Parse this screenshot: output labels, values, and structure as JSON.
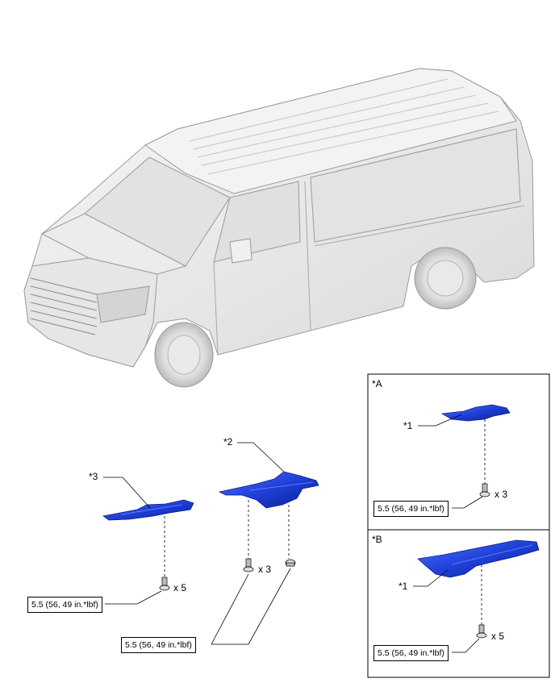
{
  "labels": {
    "part_3": "*3",
    "part_2": "*2",
    "inset_a": "*A",
    "inset_a_part": "*1",
    "inset_b": "*B",
    "inset_b_part": "*1"
  },
  "torque": {
    "part_3": "5.5 (56, 49 in.*lbf)",
    "part_2": "5.5 (56, 49 in.*lbf)",
    "inset_a": "5.5 (56, 49 in.*lbf)",
    "inset_b": "5.5 (56, 49 in.*lbf)"
  },
  "quantities": {
    "part_3": "x 5",
    "part_2": "x 3",
    "inset_a": "x 3",
    "inset_b": "x 5"
  },
  "colors": {
    "part_blue": "#1f3fd8",
    "part_dark": "#0a1f8f",
    "part_light": "#4f73ff",
    "van_body": "#efefef",
    "van_shadow": "#cfcfcf",
    "line": "#000000"
  }
}
